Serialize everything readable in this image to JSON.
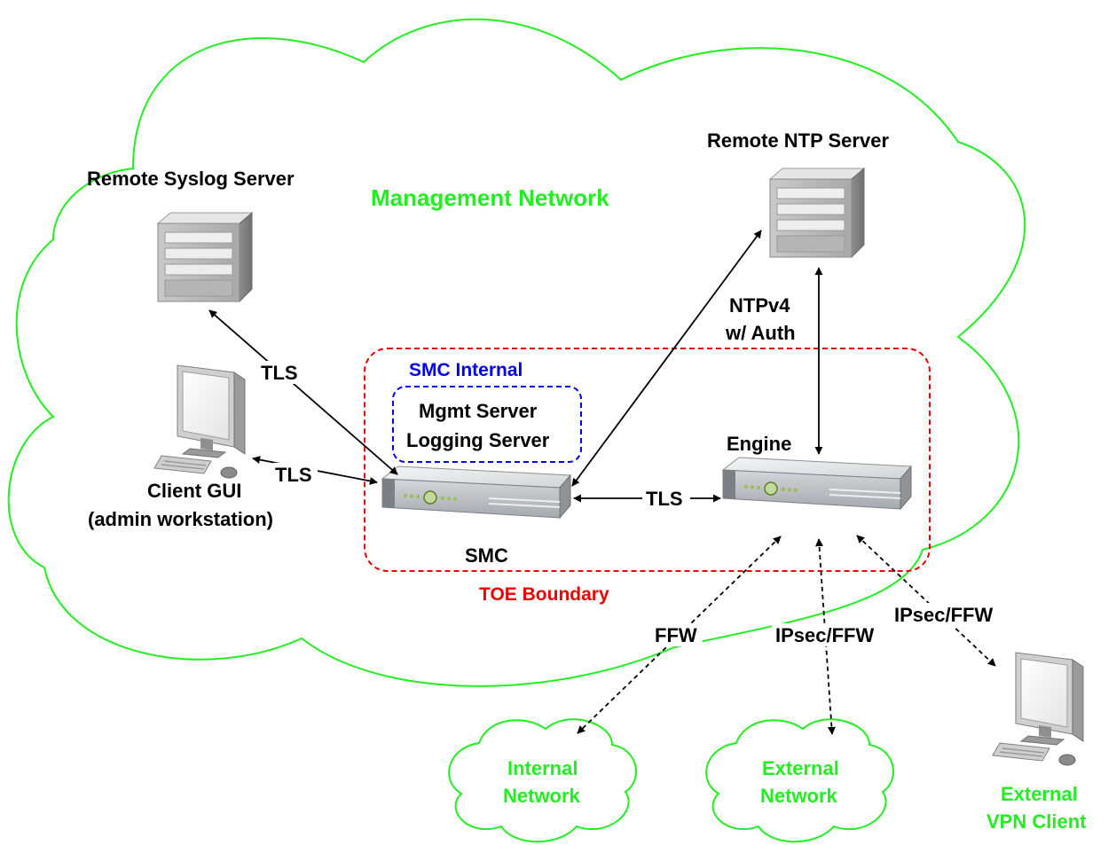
{
  "colors": {
    "cloud_green": "#22ee22",
    "toe_boundary_red": "#ee0000",
    "smc_internal_blue": "#0000ee",
    "connector_black": "#000000"
  },
  "network": {
    "title": "Management Network",
    "toe_boundary": "TOE Boundary",
    "smc_internal": "SMC Internal",
    "mgmt_server": "Mgmt Server",
    "logging_server": "Logging Server"
  },
  "nodes": {
    "syslog": {
      "label": "Remote Syslog Server",
      "icon": "server-tower-icon"
    },
    "ntp": {
      "label": "Remote NTP Server",
      "icon": "server-tower-icon"
    },
    "client": {
      "label_line1": "Client GUI",
      "label_line2": "(admin workstation)",
      "icon": "monitor-workstation-icon"
    },
    "smc": {
      "label": "SMC",
      "icon": "rack-appliance-icon"
    },
    "engine": {
      "label": "Engine",
      "icon": "rack-appliance-icon"
    },
    "vpn": {
      "label_line1": "External",
      "label_line2": "VPN Client",
      "icon": "monitor-workstation-icon"
    },
    "internal_net": {
      "label_line1": "Internal",
      "label_line2": "Network"
    },
    "external_net": {
      "label_line1": "External",
      "label_line2": "Network"
    }
  },
  "connections": {
    "smc_syslog": "TLS",
    "smc_client": "TLS",
    "smc_engine": "TLS",
    "smc_ntp_line1": "NTPv4",
    "smc_ntp_line2": "w/ Auth",
    "engine_internal": "FFW",
    "engine_external": "IPsec/FFW",
    "engine_vpn": "IPsec/FFW"
  }
}
